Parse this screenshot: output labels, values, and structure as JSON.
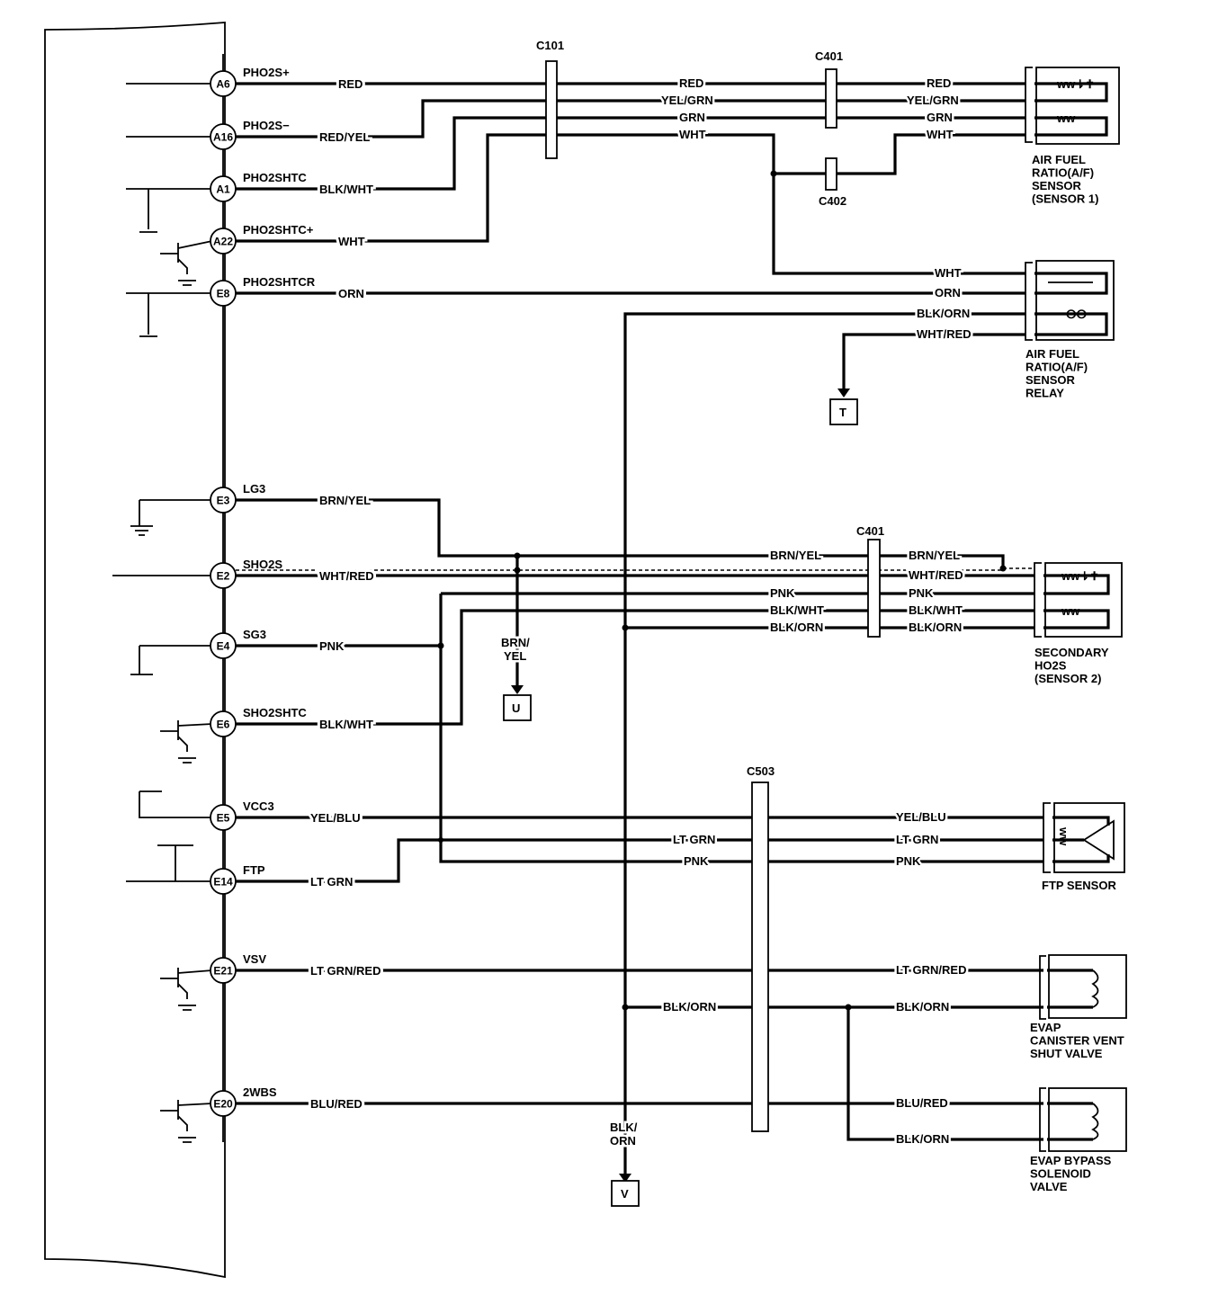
{
  "ecm_pins": [
    {
      "pin": "A6",
      "signal": "PHO2S+",
      "wire": "RED"
    },
    {
      "pin": "A16",
      "signal": "PHO2S−",
      "wire": "RED/YEL"
    },
    {
      "pin": "A1",
      "signal": "PHO2SHTC",
      "wire": "BLK/WHT"
    },
    {
      "pin": "A22",
      "signal": "PHO2SHTC+",
      "wire": "WHT"
    },
    {
      "pin": "E8",
      "signal": "PHO2SHTCR",
      "wire": "ORN"
    },
    {
      "pin": "E3",
      "signal": "LG3",
      "wire": "BRN/YEL"
    },
    {
      "pin": "E2",
      "signal": "SHO2S",
      "wire": "WHT/RED"
    },
    {
      "pin": "E4",
      "signal": "SG3",
      "wire": "PNK"
    },
    {
      "pin": "E6",
      "signal": "SHO2SHTC",
      "wire": "BLK/WHT"
    },
    {
      "pin": "E5",
      "signal": "VCC3",
      "wire": "YEL/BLU"
    },
    {
      "pin": "E14",
      "signal": "FTP",
      "wire": "LT GRN"
    },
    {
      "pin": "E21",
      "signal": "VSV",
      "wire": "LT GRN/RED"
    },
    {
      "pin": "E20",
      "signal": "2WBS",
      "wire": "BLU/RED"
    }
  ],
  "connectors": {
    "c101": "C101",
    "c401_top": "C401",
    "c402": "C402",
    "c401_mid": "C401",
    "c503": "C503"
  },
  "wire_labels": {
    "c101_red": "RED",
    "c101_yelgrn": "YEL/GRN",
    "c101_grn": "GRN",
    "c101_wht": "WHT",
    "af_red": "RED",
    "af_yelgrn": "YEL/GRN",
    "af_grn": "GRN",
    "af_wht": "WHT",
    "relay_wht": "WHT",
    "relay_orn": "ORN",
    "relay_blkorn": "BLK/ORN",
    "relay_whtred": "WHT/RED",
    "s2_left_brnyel": "BRN/YEL",
    "s2_left_pnk": "PNK",
    "s2_left_blkwht": "BLK/WHT",
    "s2_left_blkorn": "BLK/ORN",
    "s2_right_brnyel": "BRN/YEL",
    "s2_right_whtred": "WHT/RED",
    "s2_right_pnk": "PNK",
    "s2_right_blkwht": "BLK/WHT",
    "s2_right_blkorn": "BLK/ORN",
    "u_branch_1": "BRN/",
    "u_branch_2": "YEL",
    "ftp_left_ltgrn": "LT GRN",
    "ftp_left_pnk": "PNK",
    "ftp_yelblu": "YEL/BLU",
    "ftp_ltgrn": "LT GRN",
    "ftp_pnk": "PNK",
    "vent_ltgrnred": "LT GRN/RED",
    "vent_blkorn": "BLK/ORN",
    "left_blkorn": "BLK/ORN",
    "bypass_blured": "BLU/RED",
    "bypass_blkorn": "BLK/ORN",
    "v_branch_1": "BLK/",
    "v_branch_2": "ORN"
  },
  "refs": {
    "t": "T",
    "u": "U",
    "v": "V"
  },
  "components": {
    "af_sensor": [
      "AIR FUEL",
      "RATIO(A/F)",
      "SENSOR",
      "(SENSOR 1)"
    ],
    "af_relay": [
      "AIR FUEL",
      "RATIO(A/F)",
      "SENSOR",
      "RELAY"
    ],
    "ho2s": [
      "SECONDARY",
      "HO2S",
      "(SENSOR 2)"
    ],
    "ftp": [
      "FTP SENSOR"
    ],
    "vent": [
      "EVAP",
      "CANISTER VENT",
      "SHUT VALVE"
    ],
    "bypass": [
      "EVAP BYPASS",
      "SOLENOID",
      "VALVE"
    ]
  }
}
